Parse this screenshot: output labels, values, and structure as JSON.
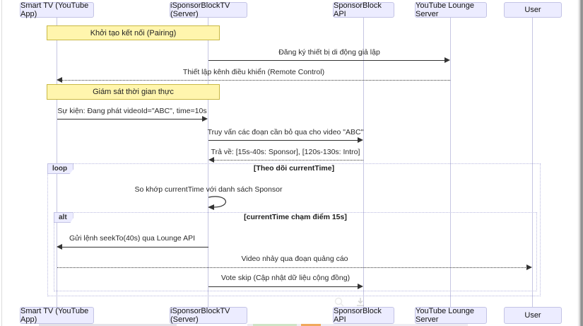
{
  "diagram": {
    "participants": [
      {
        "label": "Smart TV (YouTube App)"
      },
      {
        "label": "iSponsorBlockTV (Server)"
      },
      {
        "label": "SponsorBlock API"
      },
      {
        "label": "YouTube Lounge Server"
      },
      {
        "label": "User"
      }
    ],
    "notes": [
      {
        "label": "Khởi tạo kết nối (Pairing)",
        "over": [
          "Smart TV (YouTube App)",
          "iSponsorBlockTV (Server)"
        ]
      },
      {
        "label": "Giám sát thời gian thực",
        "over": [
          "Smart TV (YouTube App)",
          "iSponsorBlockTV (Server)"
        ]
      }
    ],
    "messages": [
      {
        "text": "Đăng ký thiết bị di động giả lập",
        "from": "iSponsorBlockTV (Server)",
        "to": "YouTube Lounge Server",
        "style": "solid"
      },
      {
        "text": "Thiết lập kênh điều khiển (Remote Control)",
        "from": "YouTube Lounge Server",
        "to": "Smart TV (YouTube App)",
        "style": "dotted"
      },
      {
        "text": "Sự kiện: Đang phát videoId=\"ABC\", time=10s",
        "from": "Smart TV (YouTube App)",
        "to": "iSponsorBlockTV (Server)",
        "style": "solid"
      },
      {
        "text": "Truy vấn các đoạn cần bỏ qua cho video \"ABC\"",
        "from": "iSponsorBlockTV (Server)",
        "to": "SponsorBlock API",
        "style": "solid"
      },
      {
        "text": "Trả về: [15s-40s: Sponsor], [120s-130s: Intro]",
        "from": "SponsorBlock API",
        "to": "iSponsorBlockTV (Server)",
        "style": "dotted"
      },
      {
        "text": "So khớp currentTime với danh sách Sponsor",
        "from": "iSponsorBlockTV (Server)",
        "to": "iSponsorBlockTV (Server)",
        "style": "self"
      },
      {
        "text": "Gửi lệnh seekTo(40s) qua Lounge API",
        "from": "iSponsorBlockTV (Server)",
        "to": "Smart TV (YouTube App)",
        "style": "solid"
      },
      {
        "text": "Video nhảy qua đoạn quảng cáo",
        "from": "Smart TV (YouTube App)",
        "to": "User",
        "style": "dotted"
      },
      {
        "text": "Vote skip (Cập nhật dữ liệu cộng đồng)",
        "from": "iSponsorBlockTV (Server)",
        "to": "SponsorBlock API",
        "style": "solid"
      }
    ],
    "frames": [
      {
        "type": "loop",
        "label": "loop",
        "condition": "[Theo dõi currentTime]"
      },
      {
        "type": "alt",
        "label": "alt",
        "condition": "[currentTime chạm điểm 15s]"
      }
    ],
    "colors": {
      "actor_fill": "#ECECFF",
      "actor_border": "#c3c3e5",
      "note_fill": "#fff5ad",
      "note_border": "#c9b843",
      "arrow": "#333333",
      "frame_border": "#b9b9e0"
    },
    "icons": {
      "download": "download-icon"
    }
  }
}
